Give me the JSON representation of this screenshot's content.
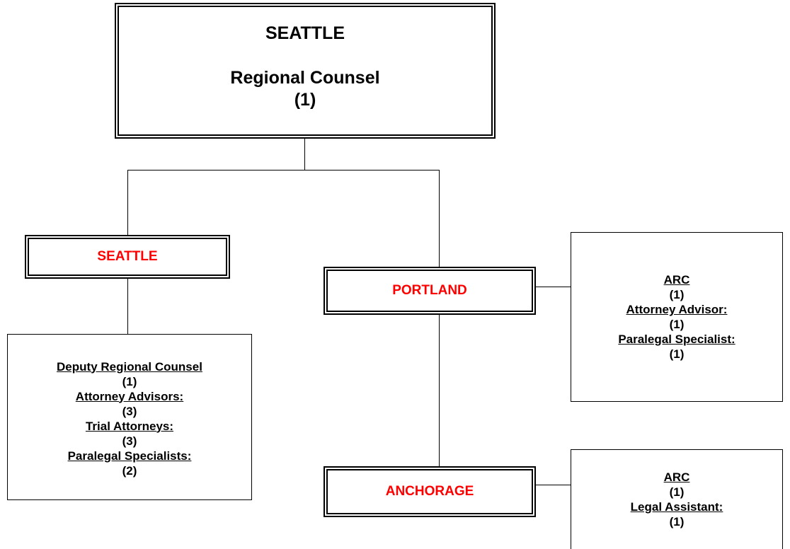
{
  "root": {
    "city": "SEATTLE",
    "role": "Regional Counsel",
    "count": "(1)"
  },
  "seattle": {
    "name": "SEATTLE",
    "detail": [
      {
        "title": "Deputy Regional Counsel",
        "count": "(1)"
      },
      {
        "title": "Attorney Advisors:",
        "count": "(3)"
      },
      {
        "title": "Trial Attorneys:",
        "count": "(3)"
      },
      {
        "title": "Paralegal Specialists:",
        "count": "(2)"
      }
    ]
  },
  "portland": {
    "name": "PORTLAND",
    "detail": [
      {
        "title": "ARC",
        "count": "(1)"
      },
      {
        "title": "Attorney Advisor:",
        "count": "(1)"
      },
      {
        "title": "Paralegal Specialist:",
        "count": "(1)"
      }
    ]
  },
  "anchorage": {
    "name": "ANCHORAGE",
    "detail": [
      {
        "title": "ARC",
        "count": "(1)"
      },
      {
        "title": "Legal Assistant:",
        "count": "(1)"
      }
    ]
  },
  "colors": {
    "city_text": "#ff0000",
    "line": "#000000"
  }
}
